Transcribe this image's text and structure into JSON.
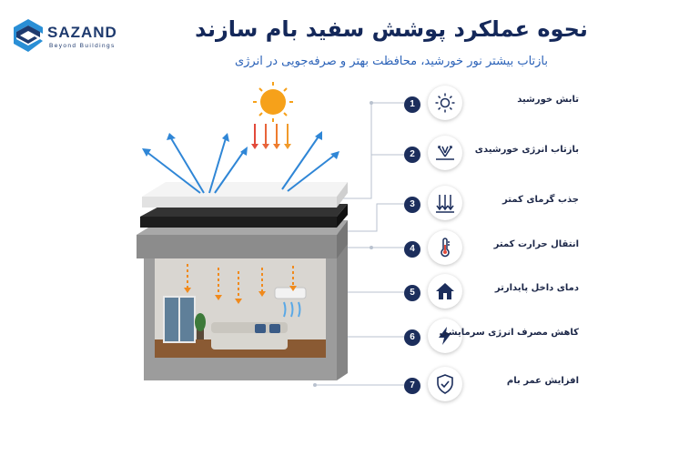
{
  "brand": {
    "name": "SAZAND",
    "tagline": "Beyond Buildings"
  },
  "header": {
    "title": "نحوه عملکرد پوشش سفید بام سازند",
    "subtitle": "بازتاب بیشتر نور خورشید، محافظت بهتر و صرفه‌جویی در انرژی"
  },
  "colors": {
    "navy": "#1c2e5c",
    "title": "#14285a",
    "subtitle": "#2b62b8",
    "arrow_blue": "#2f86d6",
    "arrow_orange": "#f08a1c",
    "sun": "#f6a11a"
  },
  "steps": [
    {
      "number": "1",
      "label": "تابش خورشید",
      "icon": "sun-icon"
    },
    {
      "number": "2",
      "label": "بازتاب انرژی خورشیدی",
      "icon": "reflection-icon"
    },
    {
      "number": "3",
      "label": "جذب گرمای کمتر",
      "icon": "down-arrows-icon"
    },
    {
      "number": "4",
      "label": "انتقال حرارت کمتر",
      "icon": "thermometer-icon"
    },
    {
      "number": "5",
      "label": "دمای داخل پایدارتر",
      "icon": "home-icon"
    },
    {
      "number": "6",
      "label": "کاهش مصرف انرژی سرمایشی",
      "icon": "lightning-icon"
    },
    {
      "number": "7",
      "label": "افزایش عمر بام",
      "icon": "shield-check-icon"
    }
  ]
}
